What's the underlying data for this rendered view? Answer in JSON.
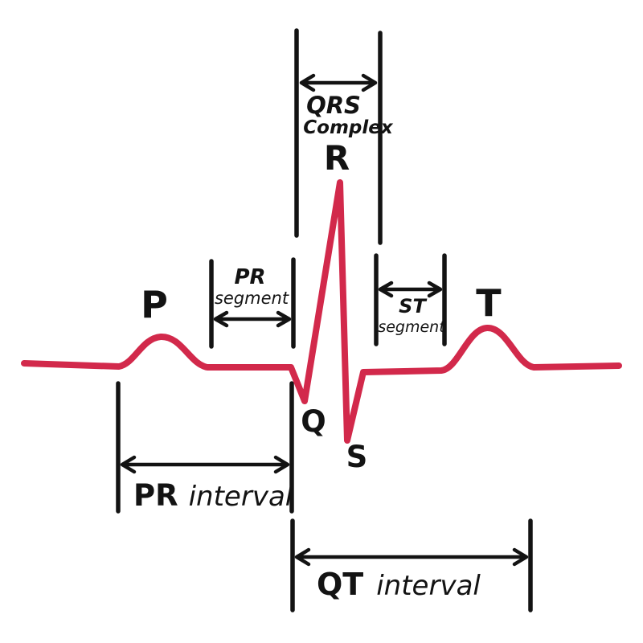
{
  "diagram": {
    "type": "ECG waveform annotation diagram",
    "colors": {
      "trace": "#d2294b",
      "ink": "#131313",
      "background": "#ffffff"
    },
    "waves": {
      "p": "P",
      "q": "Q",
      "r": "R",
      "s": "S",
      "t": "T"
    },
    "spans": {
      "qrs_complex": {
        "title": "QRS",
        "subtitle": "Complex"
      },
      "pr_segment": {
        "title": "PR",
        "subtitle": "segment"
      },
      "st_segment": {
        "title": "ST",
        "subtitle": "segment"
      },
      "pr_interval": {
        "abbr": "PR",
        "word": "interval"
      },
      "qt_interval": {
        "abbr": "QT",
        "word": "interval"
      }
    }
  }
}
